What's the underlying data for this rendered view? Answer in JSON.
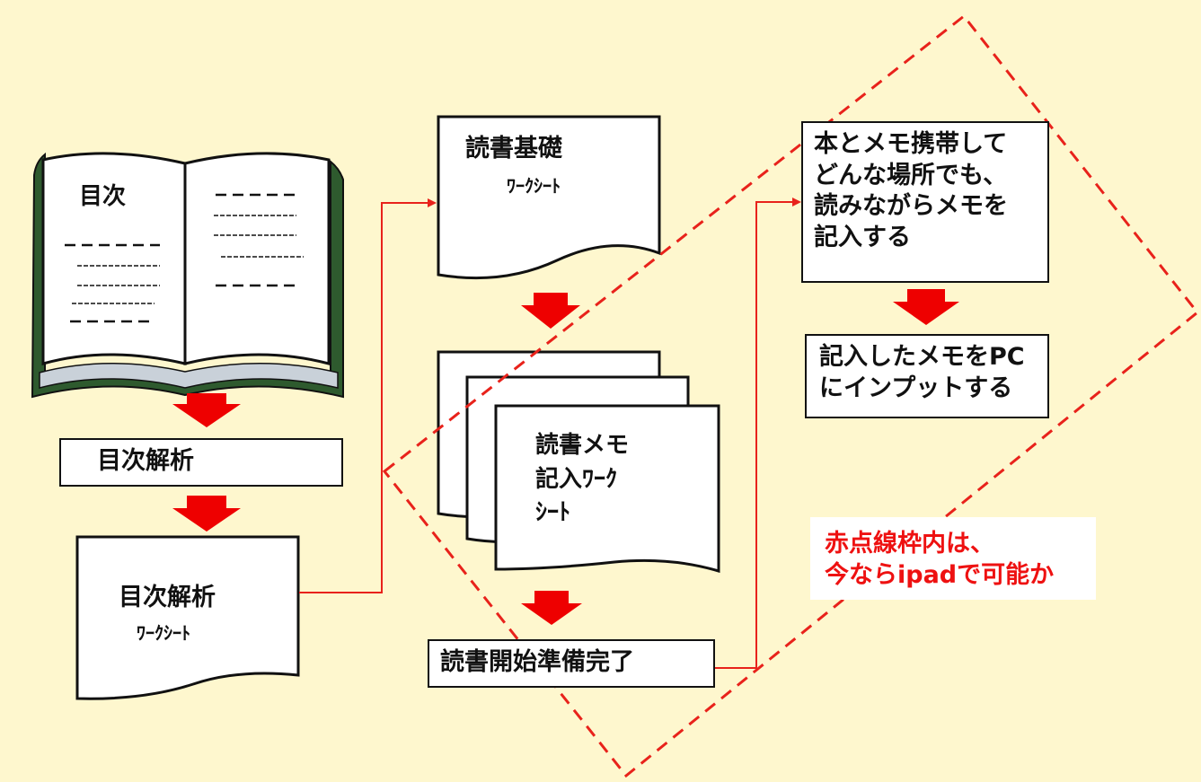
{
  "colors": {
    "background": "#FEF7CE",
    "arrow_red": "#EE0000",
    "dash_red": "#E8221B",
    "note_red": "#EE1111",
    "book_cover": "#2E5A2E"
  },
  "book": {
    "left_page_title": "目次",
    "right_page_lines": "- - - - -"
  },
  "steps": {
    "toc_analysis": "目次解析",
    "toc_sheet_title": "目次解析",
    "toc_sheet_sub": "ﾜｰｸｼｰﾄ",
    "basics_sheet_title": "読書基礎",
    "basics_sheet_sub": "ﾜｰｸｼｰﾄ",
    "memo_sheet_text": "読書メモ\n記入ﾜｰｸ\nｼｰﾄ",
    "ready": "読書開始準備完了",
    "carry_memo": "本とメモ携帯して\nどんな場所でも、\n読みながらメモを\n記入する",
    "input_pc": "記入したメモをPC\nにインプットする"
  },
  "note": "赤点線枠内は、\n今ならipadで可能か"
}
